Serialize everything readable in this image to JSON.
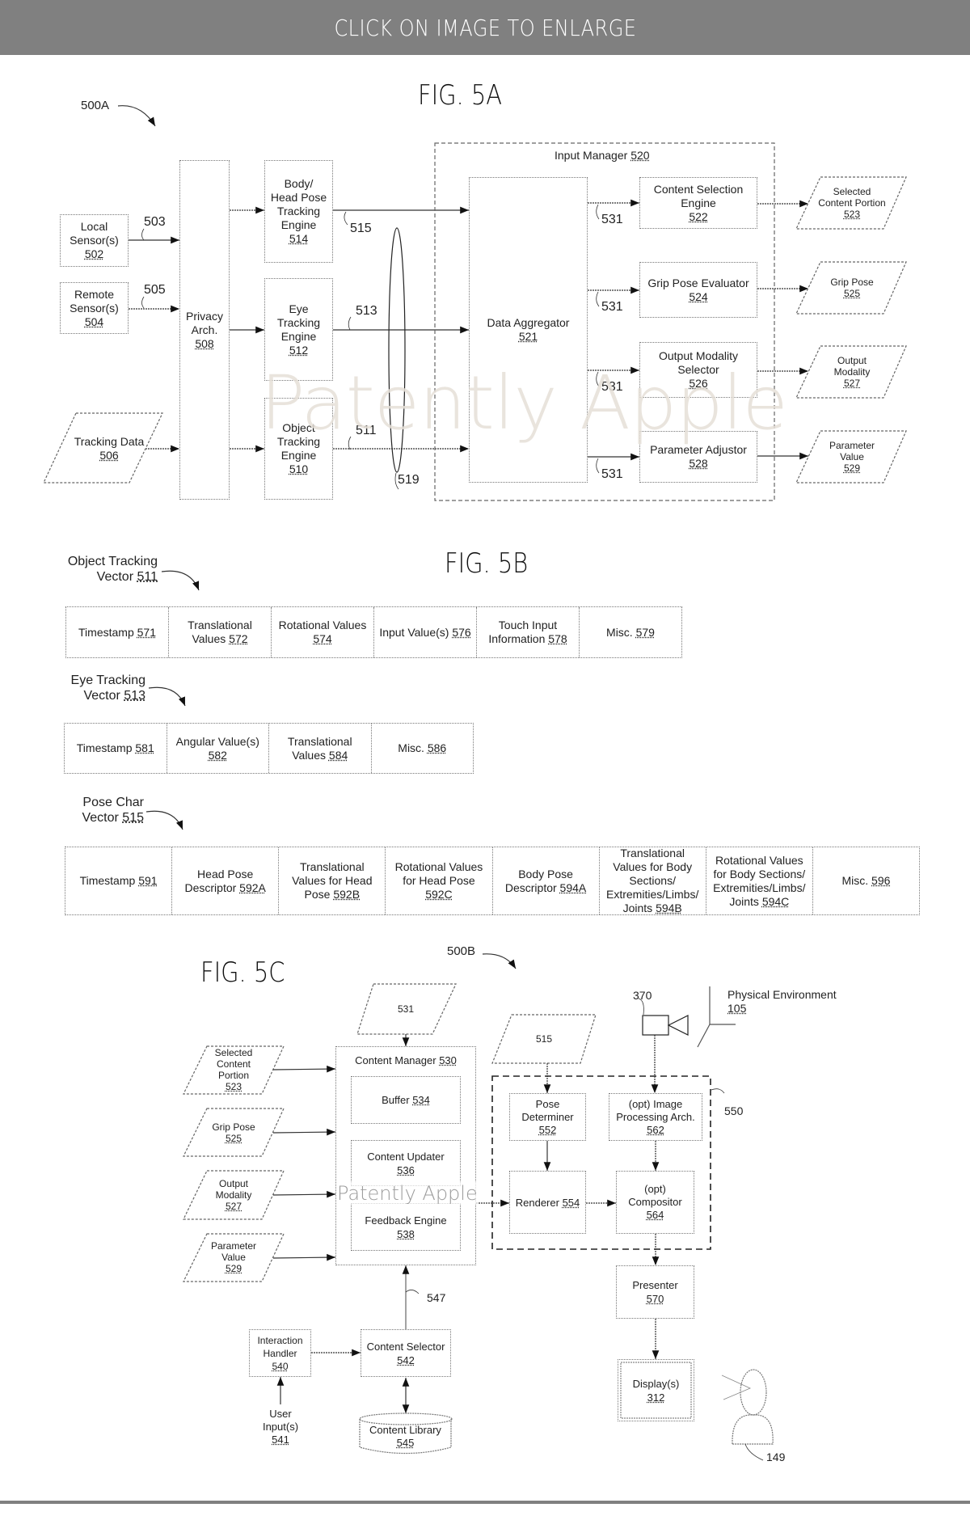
{
  "banner": {
    "text": "CLICK ON IMAGE TO ENLARGE"
  },
  "watermark": "Patently Apple",
  "fig5a": {
    "title": "FIG. 5A",
    "ref": "500A",
    "local_sensor": {
      "label": "Local Sensor(s)",
      "num": "502"
    },
    "remote_sensor": {
      "label": "Remote Sensor(s)",
      "num": "504"
    },
    "tracking_data": {
      "label": "Tracking Data",
      "num": "506"
    },
    "privacy_arch": {
      "label": "Privacy Arch.",
      "num": "508"
    },
    "body_head": {
      "label": "Body/ Head Pose Tracking Engine",
      "num": "514"
    },
    "eye_engine": {
      "label": "Eye Tracking Engine",
      "num": "512"
    },
    "object_engine": {
      "label": "Object Tracking Engine",
      "num": "510"
    },
    "input_manager": {
      "label": "Input Manager",
      "num": "520"
    },
    "data_aggregator": {
      "label": "Data Aggregator",
      "num": "521"
    },
    "content_selection": {
      "label": "Content Selection Engine",
      "num": "522"
    },
    "grip_pose_eval": {
      "label": "Grip Pose Evaluator",
      "num": "524"
    },
    "output_modality_sel": {
      "label": "Output Modality Selector",
      "num": "526"
    },
    "param_adjustor": {
      "label": "Parameter Adjustor",
      "num": "528"
    },
    "out_selected": {
      "label": "Selected Content Portion",
      "num": "523"
    },
    "out_grip": {
      "label": "Grip Pose",
      "num": "525"
    },
    "out_modality": {
      "label": "Output Modality",
      "num": "527"
    },
    "out_param": {
      "label": "Parameter Value",
      "num": "529"
    },
    "refs": {
      "r503": "503",
      "r505": "505",
      "r515": "515",
      "r513": "513",
      "r511": "511",
      "r519": "519",
      "r531": "531"
    }
  },
  "fig5b": {
    "title": "FIG. 5B",
    "object_vector": {
      "label": "Object Tracking Vector",
      "num": "511",
      "cells": [
        {
          "label": "Timestamp",
          "num": "571"
        },
        {
          "label": "Translational Values",
          "num": "572"
        },
        {
          "label": "Rotational Values",
          "num": "574"
        },
        {
          "label": "Input Value(s)",
          "num": "576"
        },
        {
          "label": "Touch Input Information",
          "num": "578"
        },
        {
          "label": "Misc.",
          "num": "579"
        }
      ]
    },
    "eye_vector": {
      "label": "Eye Tracking Vector",
      "num": "513",
      "cells": [
        {
          "label": "Timestamp",
          "num": "581"
        },
        {
          "label": "Angular Value(s)",
          "num": "582"
        },
        {
          "label": "Translational Values",
          "num": "584"
        },
        {
          "label": "Misc.",
          "num": "586"
        }
      ]
    },
    "pose_vector": {
      "label": "Pose Char Vector",
      "num": "515",
      "cells": [
        {
          "label": "Timestamp",
          "num": "591"
        },
        {
          "label": "Head Pose Descriptor",
          "num": "592A"
        },
        {
          "label": "Translational Values for Head Pose",
          "num": "592B"
        },
        {
          "label": "Rotational Values for Head Pose",
          "num": "592C"
        },
        {
          "label": "Body Pose Descriptor",
          "num": "594A"
        },
        {
          "label": "Translational Values for Body Sections/ Extremities/Limbs/ Joints",
          "num": "594B"
        },
        {
          "label": "Rotational Values for Body Sections/ Extremities/Limbs/ Joints",
          "num": "594C"
        },
        {
          "label": "Misc.",
          "num": "596"
        }
      ]
    }
  },
  "fig5c": {
    "title": "FIG. 5C",
    "ref": "500B",
    "in_531": "531",
    "in_selected": {
      "label": "Selected Content Portion",
      "num": "523"
    },
    "in_grip": {
      "label": "Grip Pose",
      "num": "525"
    },
    "in_modality": {
      "label": "Output Modality",
      "num": "527"
    },
    "in_param": {
      "label": "Parameter Value",
      "num": "529"
    },
    "content_manager": {
      "label": "Content Manager",
      "num": "530"
    },
    "buffer": {
      "label": "Buffer",
      "num": "534"
    },
    "content_updater": {
      "label": "Content Updater",
      "num": "536"
    },
    "feedback_engine": {
      "label": "Feedback Engine",
      "num": "538"
    },
    "in_515": "515",
    "pose_determiner": {
      "label": "Pose Determiner",
      "num": "552"
    },
    "image_processing": {
      "label": "(opt) Image Processing Arch.",
      "num": "562"
    },
    "renderer": {
      "label": "Renderer",
      "num": "554"
    },
    "compositor": {
      "label": "(opt) Compositor",
      "num": "564"
    },
    "presenter": {
      "label": "Presenter",
      "num": "570"
    },
    "display": {
      "label": "Display(s)",
      "num": "312"
    },
    "interaction_handler": {
      "label": "Interaction Handler",
      "num": "540"
    },
    "content_selector": {
      "label": "Content Selector",
      "num": "542"
    },
    "content_library": {
      "label": "Content Library",
      "num": "545"
    },
    "user_input": {
      "label": "User Input(s)",
      "num": "541"
    },
    "physical_env": {
      "label": "Physical Environment",
      "num": "105"
    },
    "refs": {
      "r370": "370",
      "r550": "550",
      "r547": "547",
      "r149": "149"
    }
  }
}
